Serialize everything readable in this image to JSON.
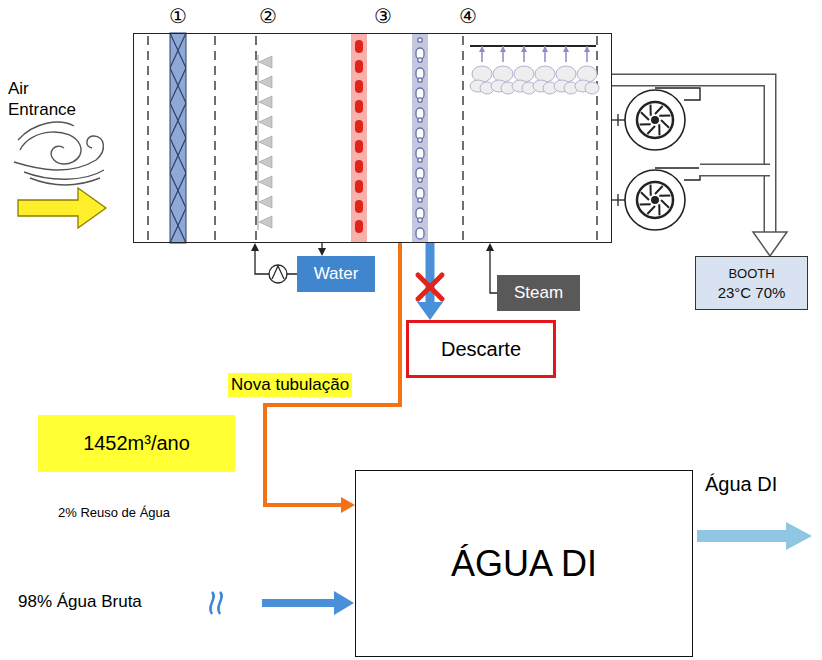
{
  "diagram": {
    "nodes": [
      {
        "text": [
          "①",
          "②",
          "③",
          "④"
        ]
      },
      {
        "text": [
          "Water"
        ]
      },
      {
        "text": [
          "Steam"
        ]
      },
      {
        "text": [
          "BOOTH",
          "23°C 70%"
        ]
      },
      {
        "text": [
          "Descarte"
        ]
      },
      {
        "text": [
          "1452m³/ano"
        ]
      },
      {
        "text": [
          "ÁGUA DI"
        ]
      }
    ],
    "edges": [
      {
        "from": 1,
        "to": 0,
        "arrow": "to"
      },
      {
        "from": 0,
        "to": 1,
        "arrow": "to"
      },
      {
        "from": 2,
        "to": 0,
        "arrow": "to"
      },
      {
        "from": 0,
        "to": 4,
        "arrow": "to"
      },
      {
        "from": 0,
        "to": 3,
        "arrow": "to"
      },
      {
        "from": 0,
        "to": 6,
        "arrow": "to",
        "label": "Nova tubulação"
      }
    ],
    "labels": [
      "Air Entrance",
      "2% Reuso de Água",
      "Água DI",
      "98% Água Bruta"
    ]
  }
}
